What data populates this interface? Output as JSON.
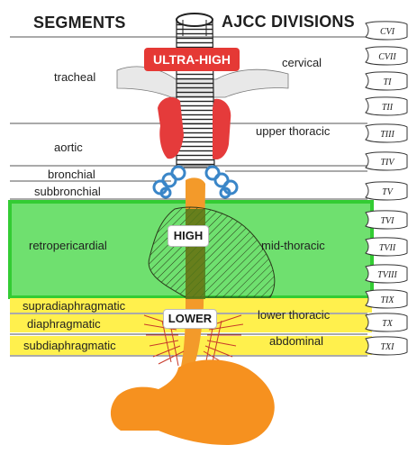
{
  "headers": {
    "segments": "SEGMENTS",
    "ajcc": "AJCC DIVISIONS"
  },
  "segments": [
    {
      "id": "tracheal",
      "label": "tracheal"
    },
    {
      "id": "aortic",
      "label": "aortic"
    },
    {
      "id": "bronchial",
      "label": "bronchial"
    },
    {
      "id": "subbronchial",
      "label": "subbronchial"
    },
    {
      "id": "retropericardial",
      "label": "retropericardial"
    },
    {
      "id": "supradiaphragmatic",
      "label": "supradiaphragmatic"
    },
    {
      "id": "diaphragmatic",
      "label": "diaphragmatic"
    },
    {
      "id": "subdiaphragmatic",
      "label": "subdiaphragmatic"
    }
  ],
  "divisions": [
    {
      "id": "cervical",
      "label": "cervical"
    },
    {
      "id": "upper-thoracic",
      "label": "upper thoracic"
    },
    {
      "id": "mid-thoracic",
      "label": "mid-thoracic"
    },
    {
      "id": "lower-thoracic",
      "label": "lower thoracic"
    },
    {
      "id": "abdominal",
      "label": "abdominal"
    }
  ],
  "levels": [
    {
      "id": "ultra-high",
      "label": "ULTRA-HIGH"
    },
    {
      "id": "high",
      "label": "HIGH"
    },
    {
      "id": "lower",
      "label": "LOWER"
    }
  ],
  "vertebrae": [
    "CVI",
    "CVII",
    "TI",
    "TII",
    "TIII",
    "TIV",
    "TV",
    "TVI",
    "TVII",
    "TVIII",
    "TIX",
    "TX",
    "TXI"
  ],
  "colors": {
    "ultra_high_bg": "#e53935",
    "retropericardial_band": "#5ddb5d",
    "retropericardial_border": "#33cc33",
    "lower_band": "#ffee44",
    "esophagus_lower": "#f39a2a",
    "stomach": "#f6911f",
    "aorta": "#e53b3b",
    "bronchi": "#3a86c8",
    "tumor_high": "#4d7a1a"
  }
}
